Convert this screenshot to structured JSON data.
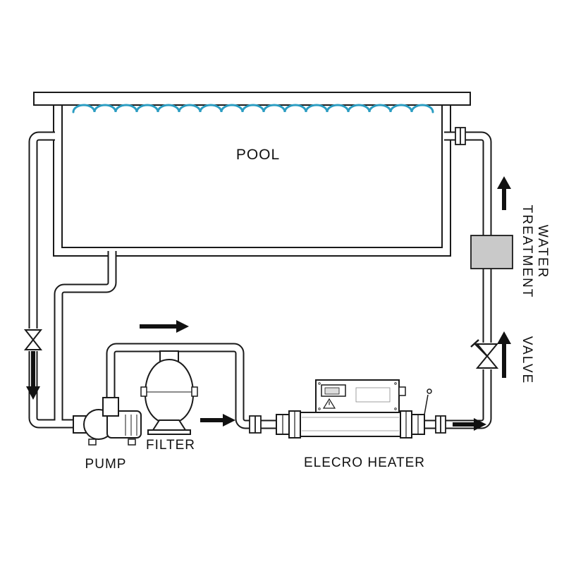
{
  "labels": {
    "pool": "POOL",
    "pump": "PUMP",
    "filter": "FILTER",
    "heater": "ELECRO HEATER",
    "valve": "VALVE",
    "water_treatment_line1": "WATER",
    "water_treatment_line2": "TREATMENT"
  },
  "colors": {
    "water_wave": "#2b9dc2",
    "treatment_box_fill": "#c9c9c9",
    "line": "#1a1a1a",
    "background": "#ffffff"
  },
  "components": [
    "pool",
    "pump",
    "filter",
    "elecro-heater",
    "valve",
    "water-treatment-unit",
    "check-valve"
  ],
  "flow_arrows": [
    {
      "id": "suction-line",
      "direction": "down"
    },
    {
      "id": "pump-discharge-loop",
      "direction": "right"
    },
    {
      "id": "filter-to-heater",
      "direction": "right"
    },
    {
      "id": "heater-outlet",
      "direction": "right"
    },
    {
      "id": "valve-riser",
      "direction": "up"
    },
    {
      "id": "treatment-riser",
      "direction": "up"
    }
  ]
}
